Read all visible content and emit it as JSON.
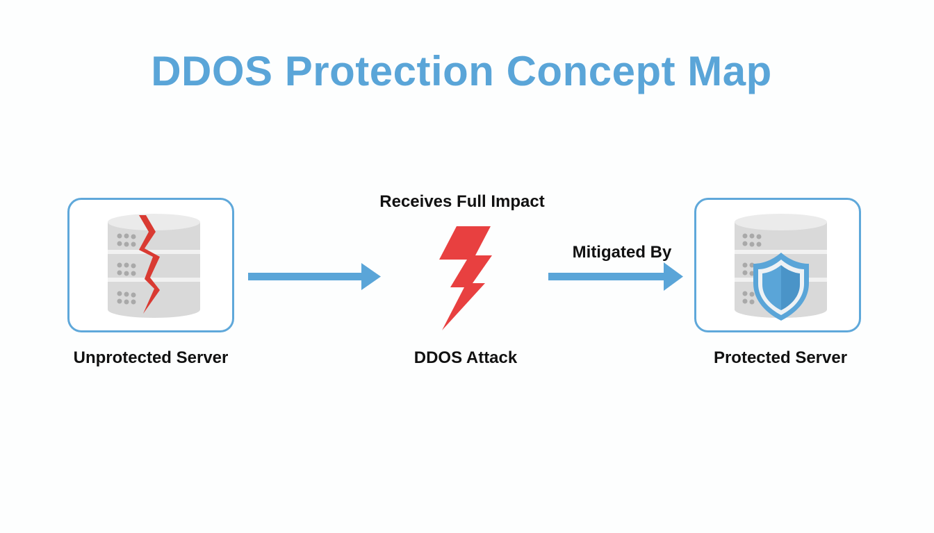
{
  "title": "DDOS Protection Concept Map",
  "colors": {
    "accent": "#5aa5d8",
    "attack": "#e84040",
    "server": "#dcdcdc"
  },
  "nodes": {
    "unprotected": {
      "label": "Unprotected Server",
      "icon": "cracked-server-icon"
    },
    "attack": {
      "label": "DDOS Attack",
      "icon": "lightning-bolt-icon"
    },
    "protected": {
      "label": "Protected Server",
      "icon": "shielded-server-icon"
    }
  },
  "edges": [
    {
      "from": "unprotected",
      "to": "attack",
      "label": "Receives Full Impact"
    },
    {
      "from": "attack",
      "to": "protected",
      "label": "Mitigated By"
    }
  ]
}
